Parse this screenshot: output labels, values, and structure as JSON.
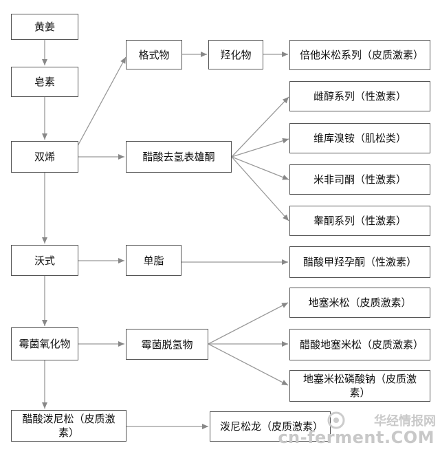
{
  "nodes": {
    "huangjiang": "黄姜",
    "zaosu": "皂素",
    "shuangxi": "双烯",
    "woshi": "沃式",
    "meijun": "霉菌氧化物",
    "cusuan_poni": "醋酸泼尼松（皮质激素）",
    "geshiwu": "格式物",
    "qianghuawu": "羟化物",
    "beita": "倍他米松系列（皮质激素）",
    "cusuan_qu": "醋酸去氢表雄酮",
    "cichun": "雌醇系列（性激素）",
    "weiku": "维库溴铵（肌松类）",
    "mifei": "米非司酮（性激素）",
    "gaotong": "睾酮系列（性激素）",
    "danzhi": "单脂",
    "cusuan_jia": "醋酸甲羟孕酮（性激素）",
    "meijun_tuoqing": "霉菌脱氢物",
    "disai": "地塞米松（皮质激素）",
    "cusuan_disai": "醋酸地塞米松（皮质激素）",
    "disai_lin": "地塞米松磷酸钠（皮质激素）",
    "poni_long": "泼尼松龙（皮质激素）"
  },
  "watermark": {
    "cn": "华经情报网",
    "en": "cn-ferment.COM",
    "color": "#c8c8c8"
  },
  "colors": {
    "border": "#555555",
    "arrow": "#888888"
  }
}
